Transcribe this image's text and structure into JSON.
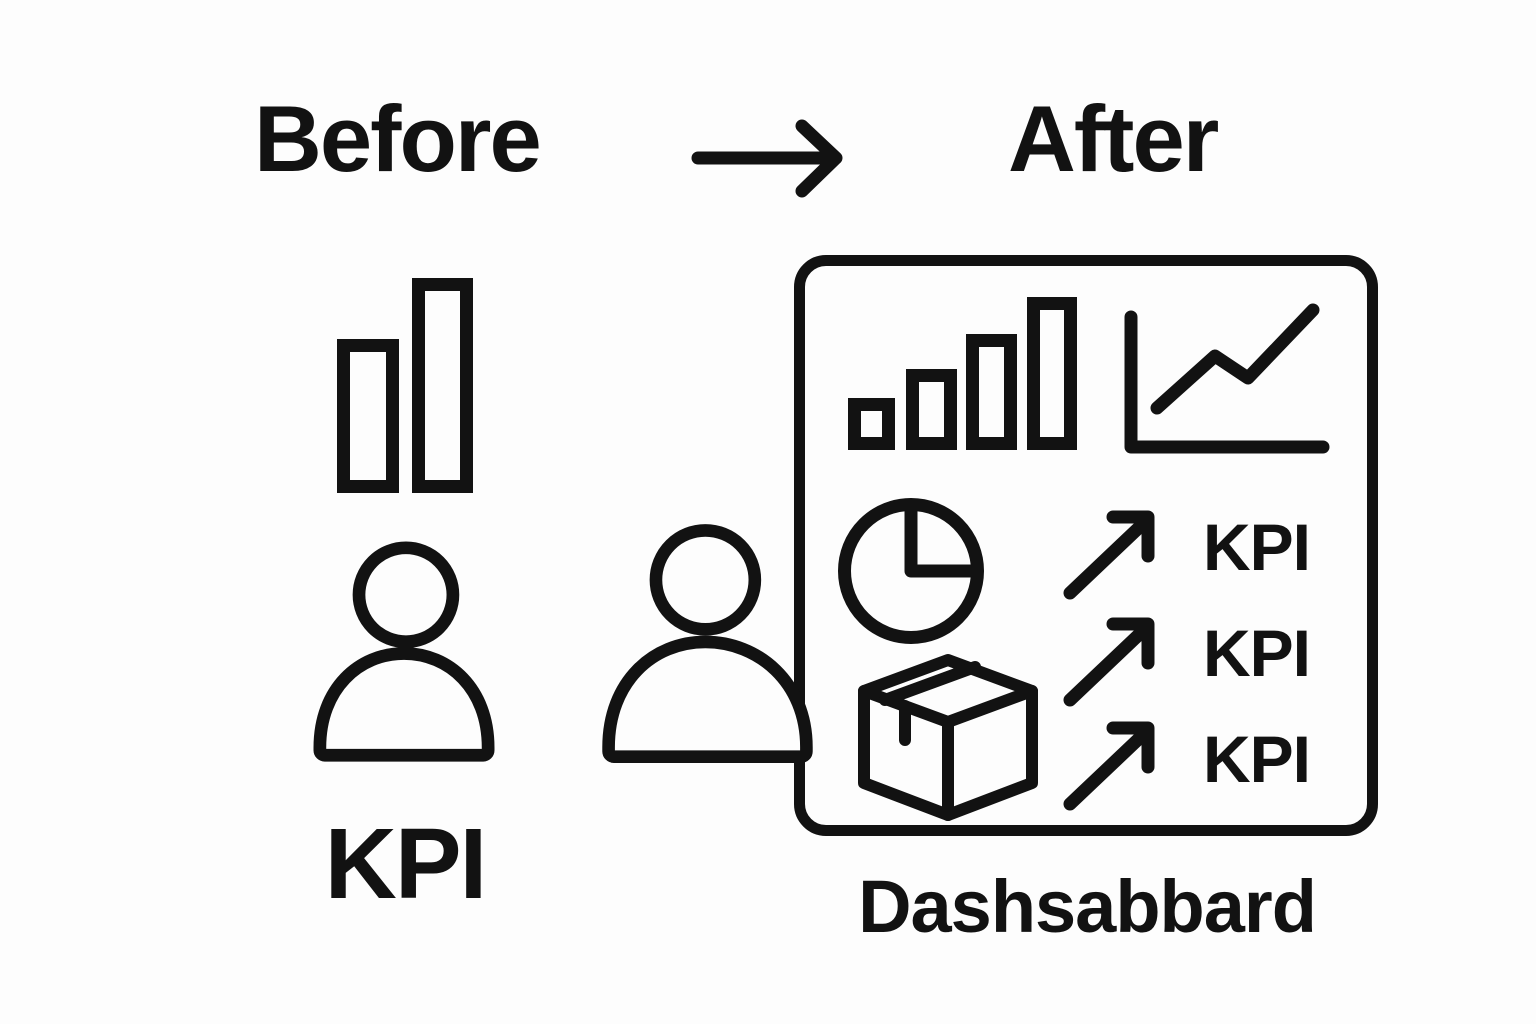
{
  "colors": {
    "ink": "#121212",
    "paper": "#fdfdfd"
  },
  "header": {
    "before_label": "Before",
    "after_label": "After",
    "transition_icon": "right-arrow-icon"
  },
  "before_panel": {
    "icons": [
      "bar-chart-icon",
      "person-icon"
    ],
    "kpi_label": "KPI"
  },
  "transition": {
    "person_icon": "person-icon"
  },
  "dashboard": {
    "icons": [
      "bar-chart-icon",
      "line-chart-icon",
      "pie-chart-icon",
      "package-icon",
      "trend-up-arrow-icon"
    ],
    "kpi_items": [
      "KPI",
      "KPI",
      "KPI"
    ],
    "caption": "Dashsabbard"
  }
}
